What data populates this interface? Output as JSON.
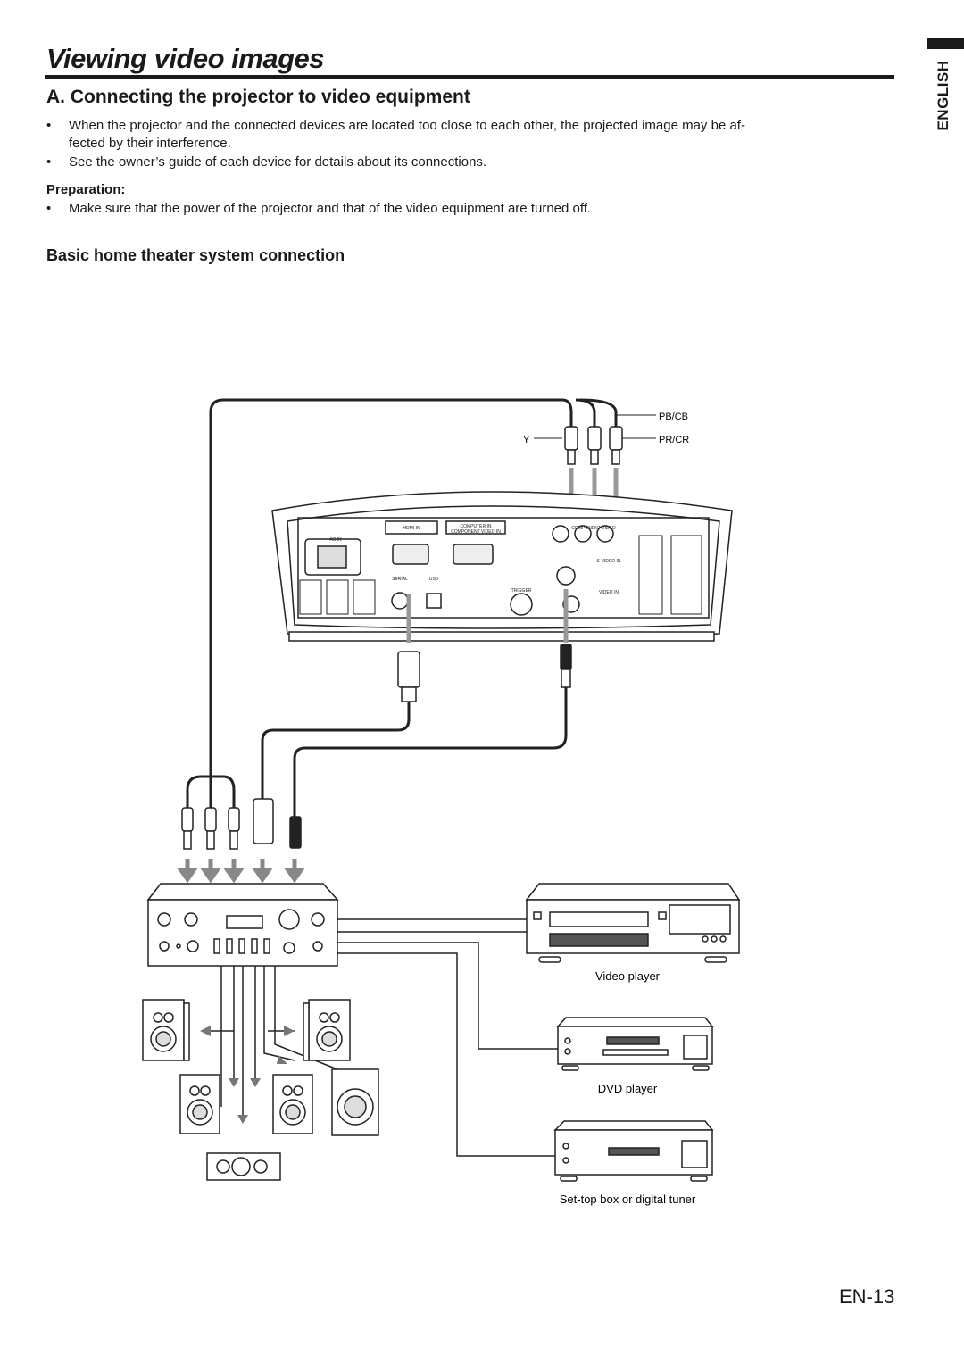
{
  "page": {
    "title": "Viewing video images",
    "language_tab": "ENGLISH",
    "page_number": "EN-13"
  },
  "section_a": {
    "heading": "A. Connecting the projector to video equipment",
    "bullets": [
      "When the projector and the connected devices are located too close to each other, the projected image may be af-",
      "fected by their interference.",
      "See the owner’s guide of each device for details about its connections."
    ]
  },
  "preparation": {
    "label": "Preparation:",
    "bullet": "Make sure that the power of the projector and that of the video equipment are turned off."
  },
  "subsection": {
    "heading": "Basic home theater system connection"
  },
  "diagram": {
    "cable_labels": {
      "y": "Y",
      "pb_cb": "PB/CB",
      "pr_cr": "PR/CR"
    },
    "projector_panel": {
      "hdmi_in": "HDMI IN",
      "computer_in": "COMPUTER IN",
      "component_video_in": "COMPONENT VIDEO IN",
      "ac_in": "AC IN",
      "serial": "SERIAL",
      "usb": "USB",
      "trigger": "TRIGGER",
      "component_video": "COMPONENT VIDEO",
      "s_video_in": "S-VIDEO IN",
      "video_in": "VIDEO IN"
    },
    "devices": {
      "video_player": "Video player",
      "dvd_player": "DVD player",
      "set_top_box": "Set-top box or digital tuner"
    }
  }
}
